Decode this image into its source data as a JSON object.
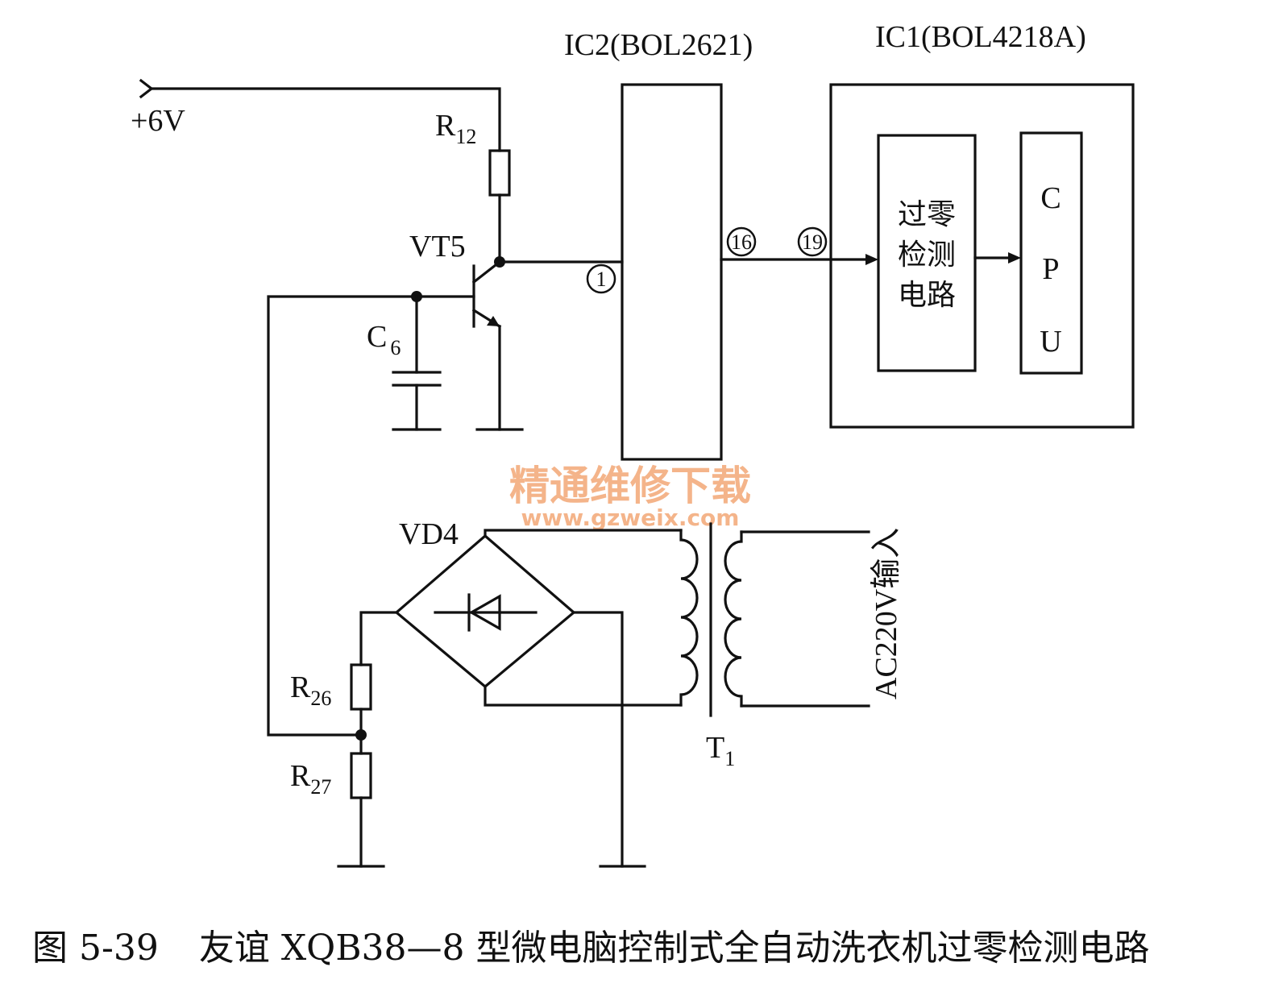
{
  "labels": {
    "supply": "+6V",
    "r12": {
      "main": "R",
      "sub": "12"
    },
    "vt5": "VT5",
    "c6": {
      "main": "C",
      "sub": "6"
    },
    "ic2": "IC2(BOL2621)",
    "ic1": "IC1(BOL4218A)",
    "pin1": "1",
    "pin16": "16",
    "pin19": "19",
    "zero_cross_lines": [
      "过零",
      "检测",
      "电路"
    ],
    "cpu_letters": [
      "C",
      "P",
      "U"
    ],
    "vd4": "VD4",
    "r26": {
      "main": "R",
      "sub": "26"
    },
    "r27": {
      "main": "R",
      "sub": "27"
    },
    "t1": {
      "main": "T",
      "sub": "1"
    },
    "ac_input": "AC220V输入"
  },
  "watermark": {
    "line1": "精通维修下载",
    "line2": "www.gzweix.com"
  },
  "caption": {
    "number": "图 5-39",
    "text": "友谊 XQB38—8 型微电脑控制式全自动洗衣机过零检测电路"
  }
}
